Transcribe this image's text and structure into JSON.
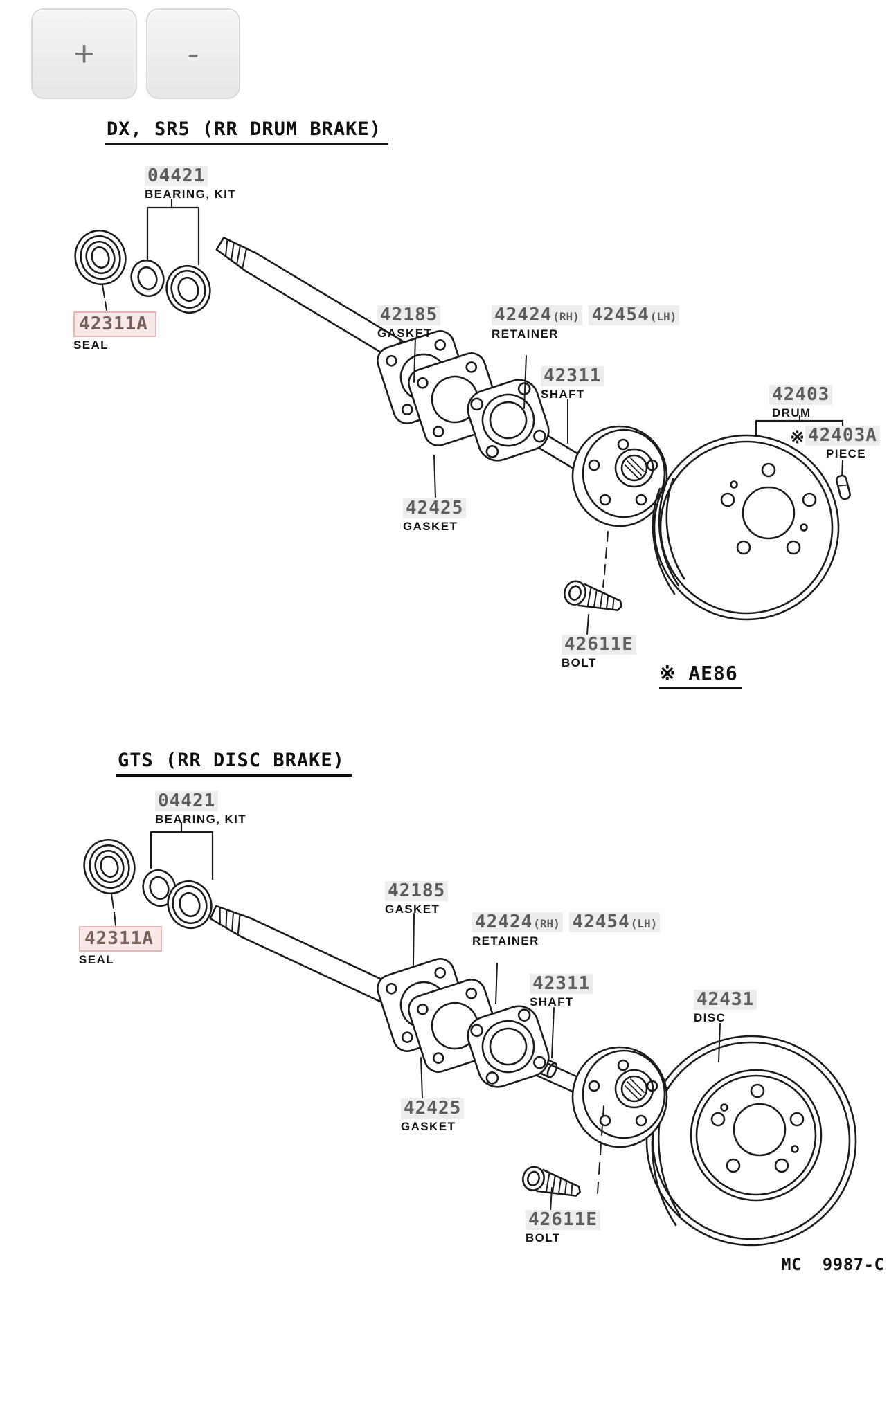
{
  "toolbar": {
    "zoom_in_label": "+",
    "zoom_out_label": "-"
  },
  "footer": {
    "doc_code": "MC  9987-C"
  },
  "colors": {
    "page_bg": "#ffffff",
    "line_color": "#1c1c1c",
    "part_number_text": "#5d5d5d",
    "number_highlight_bg": "#ededed",
    "selected_highlight_bg": "#f8e8e8",
    "selected_highlight_border": "#e5b7b7",
    "button_bg": "#efefef",
    "button_glyph": "#737373"
  },
  "sections": [
    {
      "id": "drum",
      "title": "DX, SR5 (RR DRUM BRAKE)",
      "labels": {
        "bearing_kit": {
          "part_no": "04421",
          "caption": "BEARING, KIT"
        },
        "seal": {
          "part_no": "42311A",
          "caption": "SEAL"
        },
        "gasket_inner": {
          "part_no": "42185",
          "caption": "GASKET"
        },
        "retainer": {
          "part_no_rh": "42424",
          "suffix_rh": "(RH)",
          "part_no_lh": "42454",
          "suffix_lh": "(LH)",
          "caption": "RETAINER"
        },
        "shaft": {
          "part_no": "42311",
          "caption": "SHAFT"
        },
        "drum": {
          "part_no": "42403",
          "caption": "DRUM"
        },
        "piece": {
          "prefix": "※",
          "part_no": "42403A",
          "caption": "PIECE"
        },
        "gasket_outer": {
          "part_no": "42425",
          "caption": "GASKET"
        },
        "bolt": {
          "part_no": "42611E",
          "caption": "BOLT"
        },
        "note": "※ AE86"
      }
    },
    {
      "id": "disc",
      "title": "GTS (RR DISC BRAKE)",
      "labels": {
        "bearing_kit": {
          "part_no": "04421",
          "caption": "BEARING, KIT"
        },
        "seal": {
          "part_no": "42311A",
          "caption": "SEAL"
        },
        "gasket_inner": {
          "part_no": "42185",
          "caption": "GASKET"
        },
        "retainer": {
          "part_no_rh": "42424",
          "suffix_rh": "(RH)",
          "part_no_lh": "42454",
          "suffix_lh": "(LH)",
          "caption": "RETAINER"
        },
        "shaft": {
          "part_no": "42311",
          "caption": "SHAFT"
        },
        "disc": {
          "part_no": "42431",
          "caption": "DISC"
        },
        "gasket_outer": {
          "part_no": "42425",
          "caption": "GASKET"
        },
        "bolt": {
          "part_no": "42611E",
          "caption": "BOLT"
        }
      }
    }
  ]
}
